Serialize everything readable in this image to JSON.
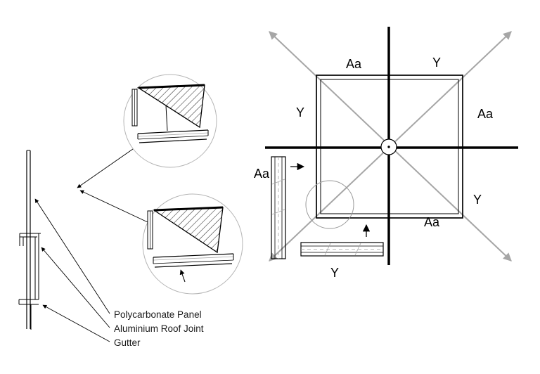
{
  "plan": {
    "label_aa_top": "Aa",
    "label_y_top": "Y",
    "label_y_left": "Y",
    "label_aa_right": "Aa",
    "label_aa_left": "Aa",
    "label_y_right": "Y",
    "label_aa_bottom": "Aa",
    "label_y_bottom": "Y"
  },
  "legend": {
    "polycarbonate_panel": "Polycarbonate Panel",
    "aluminium_roof_joint": "Aluminium Roof Joint",
    "gutter": "Gutter"
  },
  "colors": {
    "line": "#000000",
    "diagonal": "#a6a6a6",
    "detail_circle": "#b5b5b5"
  }
}
